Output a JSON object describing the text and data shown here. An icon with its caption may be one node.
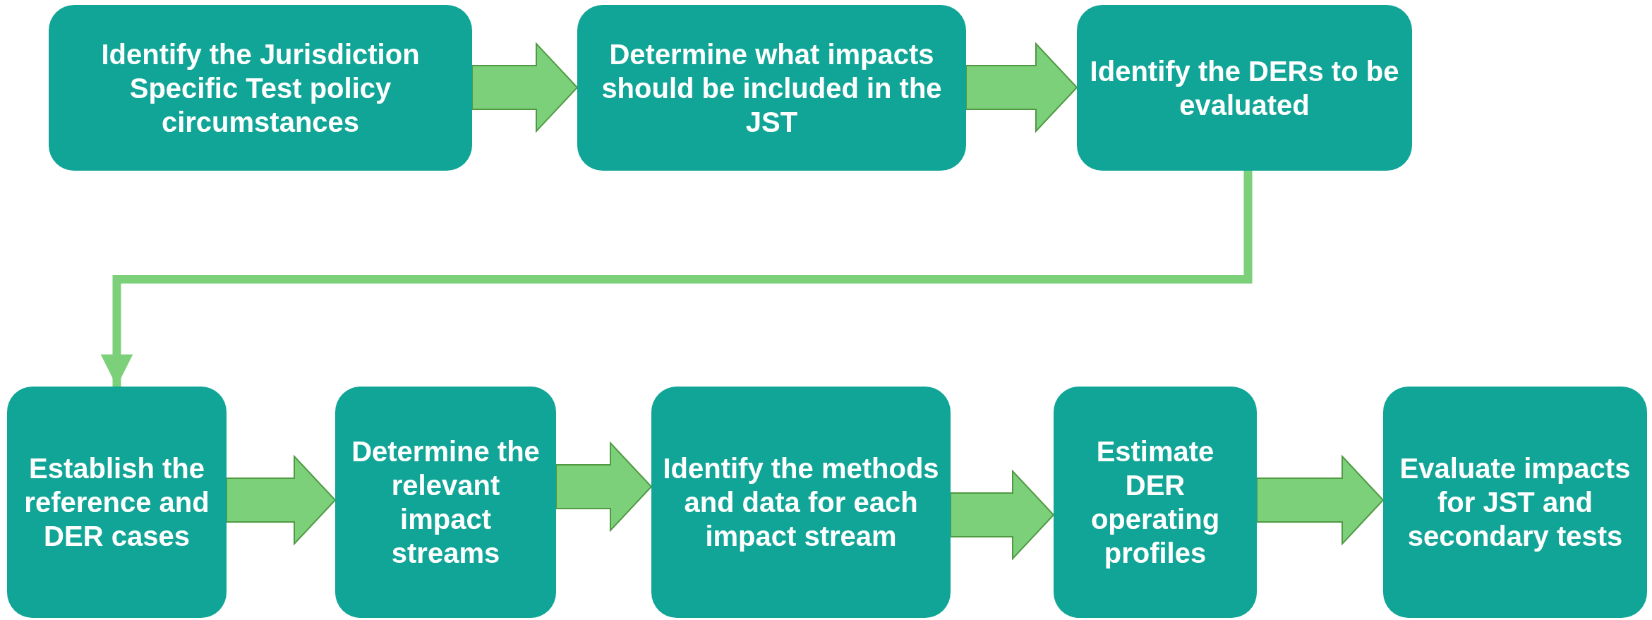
{
  "diagram": {
    "nodes": [
      {
        "text": [
          "Identify the Jurisdiction Specific Test policy circumstances"
        ]
      },
      {
        "text": [
          "Determine what impacts should be included in the JST"
        ]
      },
      {
        "text": [
          "Identify the DERs to be evaluated"
        ]
      },
      {
        "text": [
          "Establish the reference and DER cases"
        ]
      },
      {
        "text": [
          "Determine the relevant impact streams"
        ]
      },
      {
        "text": [
          "Identify the methods and data for each impact stream"
        ]
      },
      {
        "text": [
          "Estimate DER operating profiles"
        ]
      },
      {
        "text": [
          "Evaluate impacts for JST and secondary tests"
        ]
      }
    ],
    "edges": [
      {
        "from": 0,
        "to": 1,
        "arrow": "to",
        "style": "thick"
      },
      {
        "from": 1,
        "to": 2,
        "arrow": "to",
        "style": "thick"
      },
      {
        "from": 2,
        "to": 3,
        "arrow": "to"
      },
      {
        "from": 3,
        "to": 4,
        "arrow": "to",
        "style": "thick"
      },
      {
        "from": 4,
        "to": 5,
        "arrow": "to",
        "style": "thick"
      },
      {
        "from": 5,
        "to": 6,
        "arrow": "to",
        "style": "thick"
      },
      {
        "from": 6,
        "to": 7,
        "arrow": "to",
        "style": "thick"
      }
    ]
  }
}
